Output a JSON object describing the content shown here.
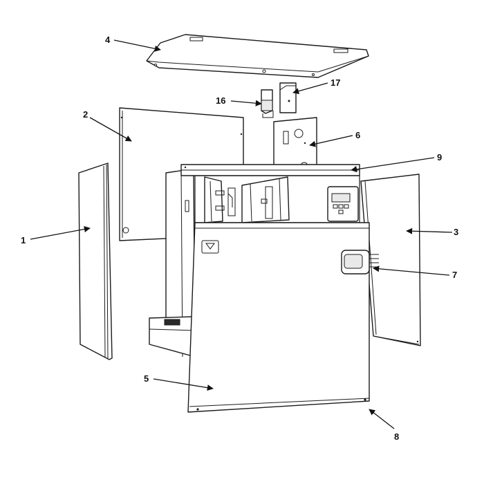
{
  "callouts": {
    "c1": "1",
    "c2": "2",
    "c3": "3",
    "c4": "4",
    "c5": "5",
    "c6": "6",
    "c7": "7",
    "c8": "8",
    "c9": "9",
    "c16": "16",
    "c17": "17"
  },
  "colors": {
    "line": "#1a1a1a",
    "background": "#ffffff"
  }
}
